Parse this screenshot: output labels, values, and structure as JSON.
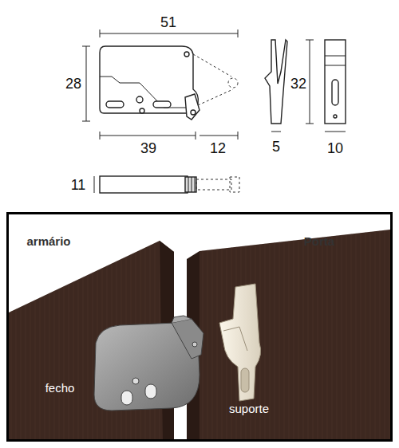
{
  "diagram": {
    "labels": [
      "51",
      "28",
      "39",
      "12",
      "32",
      "5",
      "10",
      "11",
      "armário",
      "Porta",
      "fecho",
      "suporte"
    ]
  }
}
